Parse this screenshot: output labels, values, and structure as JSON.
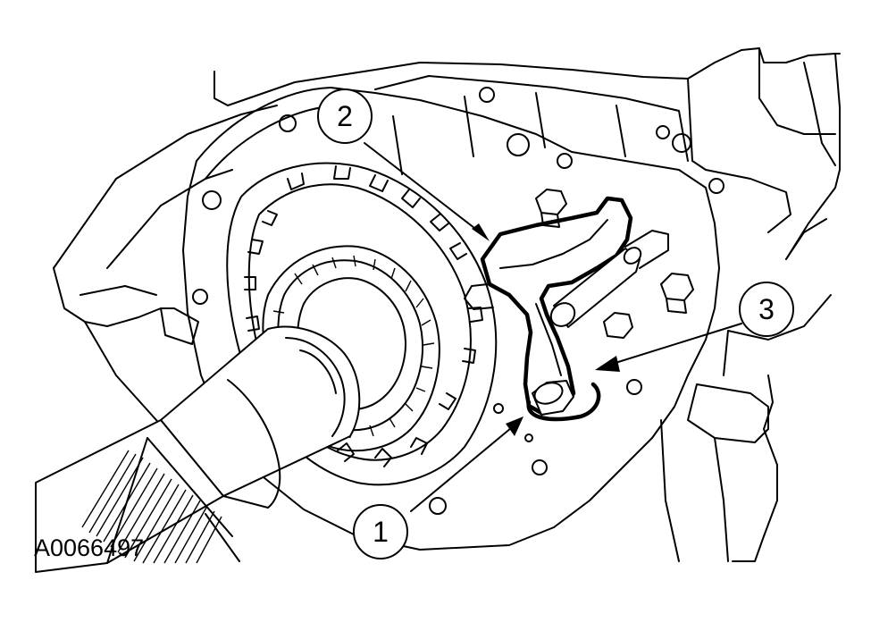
{
  "figure": {
    "id_label": "A0066497"
  },
  "callouts": [
    {
      "num": "1"
    },
    {
      "num": "2"
    },
    {
      "num": "3"
    }
  ],
  "colors": {
    "line": "#000000",
    "background": "#ffffff"
  }
}
